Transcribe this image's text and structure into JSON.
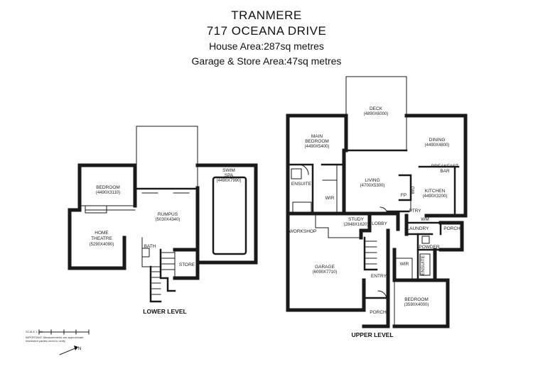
{
  "header": {
    "title": "TRANMERE",
    "address": "717 OCEANA DRIVE",
    "house_area": "House Area:287sq metres",
    "garage_area": "Garage & Store Area:47sq metres"
  },
  "lower_level": {
    "label": "LOWER LEVEL",
    "rooms": {
      "bedroom": {
        "name": "BEDROOM",
        "dims": "(4490X3110)"
      },
      "home_theatre": {
        "name1": "HOME",
        "name2": "THEATRE",
        "dims": "(5290X4090)"
      },
      "rumpus": {
        "name": "RUMPUS",
        "dims": "(5030X4340)"
      },
      "swim_spa": {
        "name1": "SWIM",
        "name2": "SPA",
        "dims": "(4490X7990)"
      },
      "bath": {
        "name": "BATH"
      },
      "store": {
        "name": "STORE"
      }
    }
  },
  "upper_level": {
    "label": "UPPER LEVEL",
    "rooms": {
      "deck": {
        "name": "DECK",
        "dims": "(4890X6000)"
      },
      "main_bedroom": {
        "name1": "MAIN",
        "name2": "BEDROOM",
        "dims": "(4490X5400)"
      },
      "dining": {
        "name": "DINING",
        "dims": "(4490X4800)"
      },
      "breakfast_bar": {
        "name1": "BREAKFAST",
        "name2": "BAR"
      },
      "ensuite_main": {
        "name": "ENSUITE"
      },
      "wir_main": {
        "name": "WIR"
      },
      "living": {
        "name": "LIVING",
        "dims": "(4700X5300)"
      },
      "kitchen": {
        "name": "KITCHEN",
        "dims": "(4490X3200)"
      },
      "fp": {
        "name": "FP"
      },
      "wo": {
        "name": "WO"
      },
      "ptry": {
        "name": "PTRY"
      },
      "study": {
        "name": "STUDY",
        "dims": "(2848X1620)"
      },
      "lobby": {
        "name": "LOBBY"
      },
      "wm": {
        "name": "WM"
      },
      "laundry": {
        "name": "LAUNDRY"
      },
      "porch_side": {
        "name": "PORCH"
      },
      "powder": {
        "name": "POWDER"
      },
      "workshop": {
        "name": "WORKSHOP"
      },
      "garage": {
        "name": "GARAGE",
        "dims": "(6090X7710)"
      },
      "entry": {
        "name": "ENTRY"
      },
      "wir_upper": {
        "name": "WIR"
      },
      "ensuite_upper": {
        "name": "ENSUITE"
      },
      "bedroom": {
        "name": "BEDROOM",
        "dims": "(3590X4000)"
      },
      "porch_front": {
        "name": "PORCH"
      }
    }
  },
  "scale": {
    "label": "SCALE 1:100",
    "note1": "IMPORTANT: Measurements are approximate",
    "note2": "Interested parties need to verify"
  },
  "north": {
    "letter": "N"
  }
}
